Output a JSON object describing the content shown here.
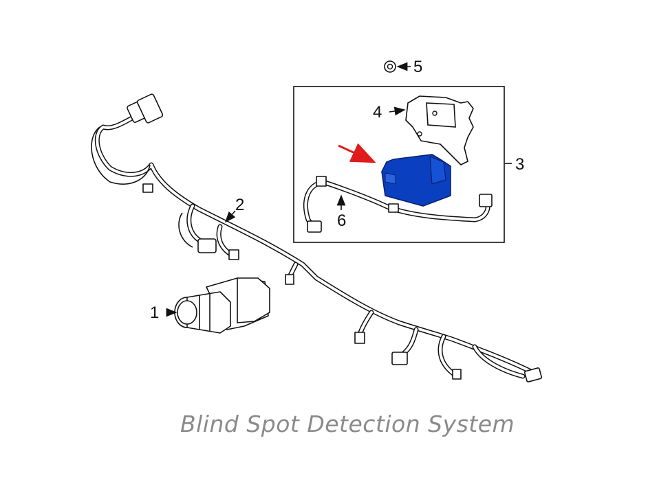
{
  "caption": "Blind Spot Detection System",
  "callouts": [
    {
      "id": "1",
      "label": "1"
    },
    {
      "id": "2",
      "label": "2"
    },
    {
      "id": "3",
      "label": "3"
    },
    {
      "id": "4",
      "label": "4"
    },
    {
      "id": "5",
      "label": "5"
    },
    {
      "id": "6",
      "label": "6"
    }
  ],
  "colors": {
    "highlight": "#0a3fbf",
    "indicator_arrow": "#e01b1b",
    "caption": "#8a8a8a"
  }
}
